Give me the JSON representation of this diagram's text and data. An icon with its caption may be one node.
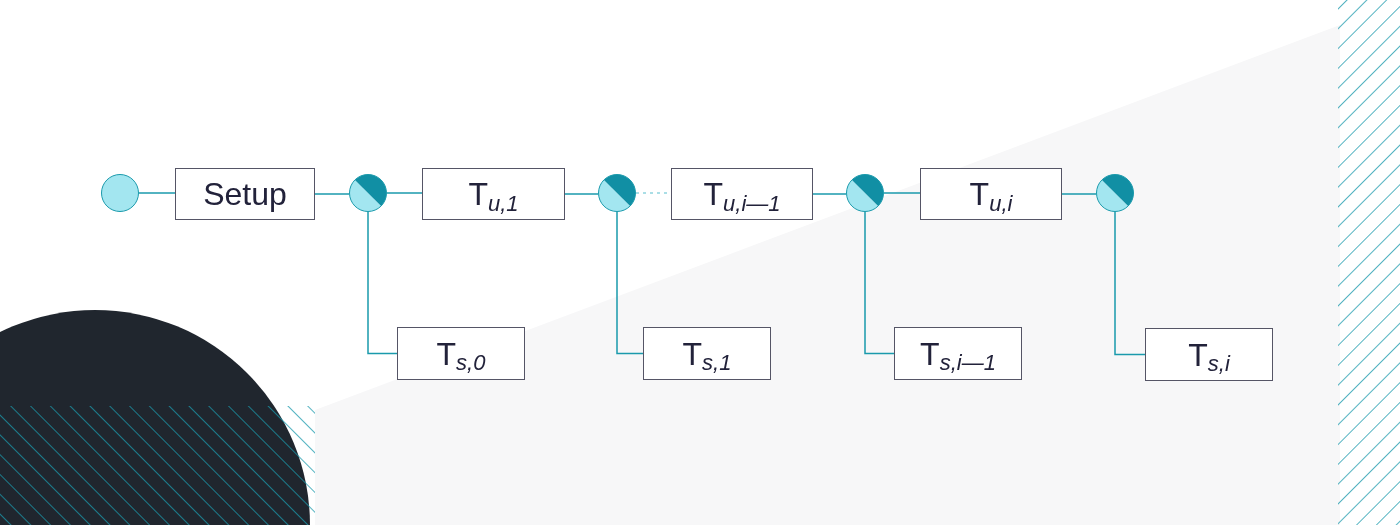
{
  "diagram": {
    "nodes": [
      {
        "text": [],
        "shape": "circle"
      },
      {
        "text": [
          "Setup"
        ]
      },
      {
        "text": [],
        "shape": "circle"
      },
      {
        "text": [
          "T$_{u,1}$"
        ]
      },
      {
        "text": [],
        "shape": "circle"
      },
      {
        "text": [
          "T$_{u,i—1}$"
        ]
      },
      {
        "text": [],
        "shape": "circle"
      },
      {
        "text": [
          "T$_{u,i}$"
        ]
      },
      {
        "text": [],
        "shape": "circle"
      },
      {
        "text": [
          "T$_{s,0}$"
        ]
      },
      {
        "text": [
          "T$_{s,1}$"
        ]
      },
      {
        "text": [
          "T$_{s,i—1}$"
        ]
      },
      {
        "text": [
          "T$_{s,i}$"
        ]
      }
    ],
    "edges": [
      {
        "from": 0,
        "to": 1,
        "arrow": "none"
      },
      {
        "from": 1,
        "to": 2,
        "arrow": "none"
      },
      {
        "from": 2,
        "to": 3,
        "arrow": "none"
      },
      {
        "from": 3,
        "to": 4,
        "arrow": "none"
      },
      {
        "from": 4,
        "to": 5,
        "arrow": "none",
        "style": "dashed",
        "color": "#8fd3de"
      },
      {
        "from": 5,
        "to": 6,
        "arrow": "none"
      },
      {
        "from": 6,
        "to": 7,
        "arrow": "none"
      },
      {
        "from": 7,
        "to": 8,
        "arrow": "none"
      },
      {
        "from": 2,
        "to": 9,
        "arrow": "none"
      },
      {
        "from": 4,
        "to": 10,
        "arrow": "none"
      },
      {
        "from": 6,
        "to": 11,
        "arrow": "none"
      },
      {
        "from": 8,
        "to": 12,
        "arrow": "none"
      }
    ]
  }
}
